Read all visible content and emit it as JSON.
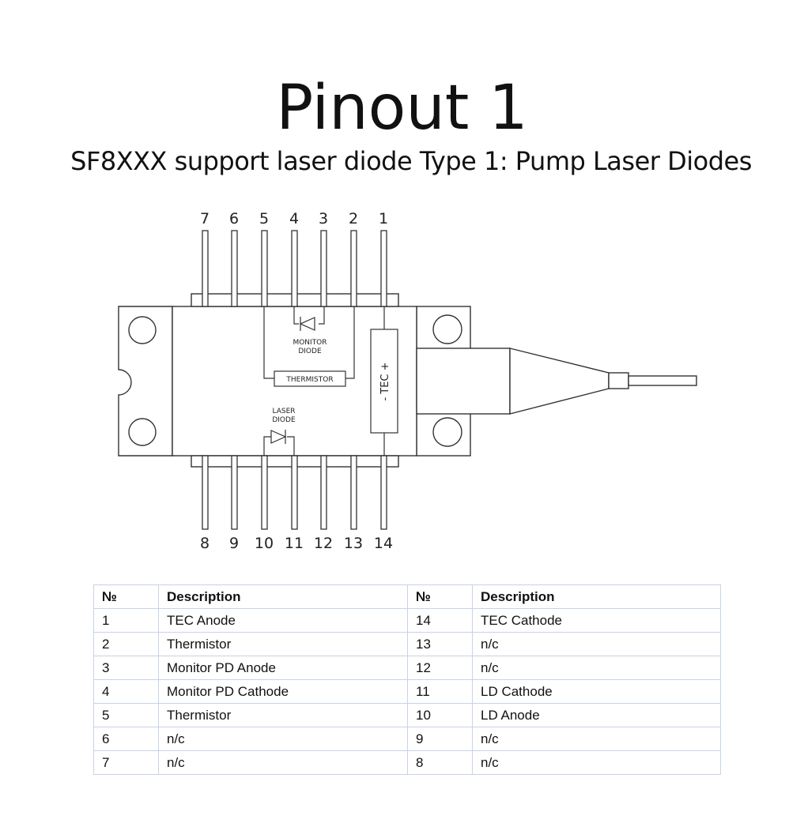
{
  "header": {
    "title": "Pinout 1",
    "subtitle": "SF8XXX support laser diode Type 1: Pump Laser Diodes"
  },
  "diagram": {
    "top_pins": [
      "7",
      "6",
      "5",
      "4",
      "3",
      "2",
      "1"
    ],
    "bottom_pins": [
      "8",
      "9",
      "10",
      "11",
      "12",
      "13",
      "14"
    ],
    "monitor_diode_line1": "MONITOR",
    "monitor_diode_line2": "DIODE",
    "thermistor": "THERMISTOR",
    "laser_diode_line1": "LASER",
    "laser_diode_line2": "DIODE",
    "tec_label": "-   TEC   +"
  },
  "table": {
    "headers": [
      "№",
      "Description",
      "№",
      "Description"
    ],
    "rows": [
      [
        "1",
        "TEC Anode",
        "14",
        "TEC Cathode"
      ],
      [
        "2",
        "Thermistor",
        "13",
        "n/c"
      ],
      [
        "3",
        "Monitor PD Anode",
        "12",
        "n/c"
      ],
      [
        "4",
        "Monitor PD Cathode",
        "11",
        "LD Cathode"
      ],
      [
        "5",
        "Thermistor",
        "10",
        "LD Anode"
      ],
      [
        "6",
        "n/c",
        "9",
        "n/c"
      ],
      [
        "7",
        "n/c",
        "8",
        "n/c"
      ]
    ]
  }
}
